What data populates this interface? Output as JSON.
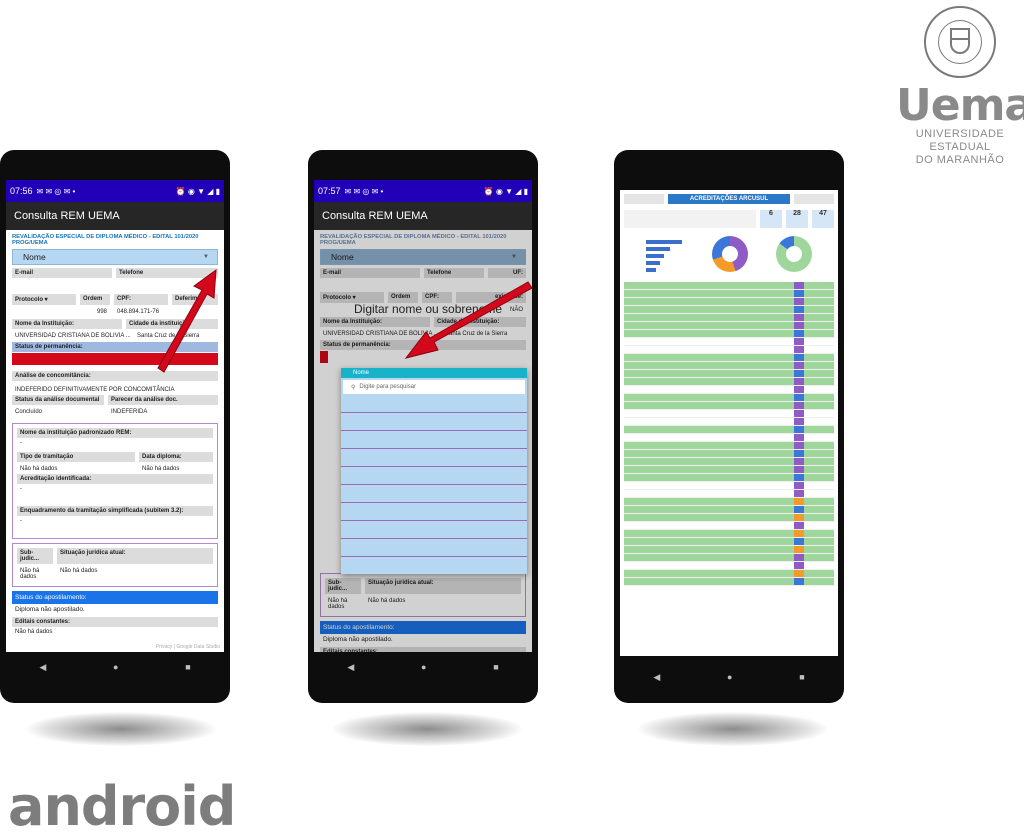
{
  "logo": {
    "name": "Uema",
    "subtitle_line1": "UNIVERSIDADE ESTADUAL",
    "subtitle_line2": "DO MARANHÃO"
  },
  "android": {
    "label": "android"
  },
  "phone1": {
    "time": "07:56",
    "app_title": "Consulta REM UEMA",
    "edital": "REVALIDAÇÃO ESPECIAL DE DIPLOMA MÉDICO - EDITAL 101/2020 PROG/UEMA",
    "select_value": "Nome",
    "labels": {
      "email": "E-mail",
      "telefone": "Telefone",
      "protocolo": "Protocolo",
      "ordem": "Ordem",
      "cpf": "CPF:",
      "deferimento": "Deferim.",
      "nome_inst": "Nome da Instituição:",
      "cidade_inst": "Cidade da instituição:",
      "status_perm": "Status de permanência:",
      "analise_conc": "Análise de concomitância:",
      "status_analise": "Status da análise documental",
      "parecer": "Parecer da análise doc.",
      "inst_padronizado": "Nome da instituição padronizado REM:",
      "tipo_tram": "Tipo de tramitação",
      "data_diploma": "Data diploma:",
      "acreditacao": "Acreditação identificada:",
      "enquadramento": "Enquadramento da tramitação simplificada (subitem 3.2):",
      "sub_judice": "Sub-judic...",
      "situacao": "Situação jurídica atual:",
      "status_apost": "Status do apostilamento:",
      "editais": "Editais constantes:"
    },
    "values": {
      "ordem": "998",
      "cpf": "048.894.171-76",
      "instituicao": "UNIVERSIDAD CRISTIANA DE BOLIVIA ...",
      "cidade": "Santa Cruz de la Sierra",
      "analise_conc": "INDEFERIDO DEFINITIVAMENTE POR CONCOMITÂNCIA",
      "status_analise": "Concluído",
      "parecer": "INDEFERIDA",
      "dash": "-",
      "tipo_tram": "Não há dados",
      "data_diploma": "Não há dados",
      "sub_judice": "Não há dados",
      "situacao": "Não há dados",
      "apostilamento": "Diploma não apostilado.",
      "editais": "Não há dados"
    },
    "footer": "Privacy | Google Data Studio"
  },
  "phone2": {
    "time": "07:57",
    "app_title": "Consulta REM UEMA",
    "hint": "Digitar nome ou sobrenome",
    "dropdown_header": "Nome",
    "search_placeholder": "Digite para pesquisar",
    "labels": {
      "uf": "UF:",
      "existente": "existente:",
      "nao": "NÃO"
    }
  },
  "phone3": {
    "title": "ACREDITAÇÕES ARCUSUL",
    "kpis": [
      "6",
      "28",
      "47"
    ]
  },
  "colors": {
    "statusbar": "#2200b8",
    "select": "#b6d7f2",
    "red": "#d4081a",
    "arrow": "#d3091b",
    "accent": "#1a73e8"
  }
}
